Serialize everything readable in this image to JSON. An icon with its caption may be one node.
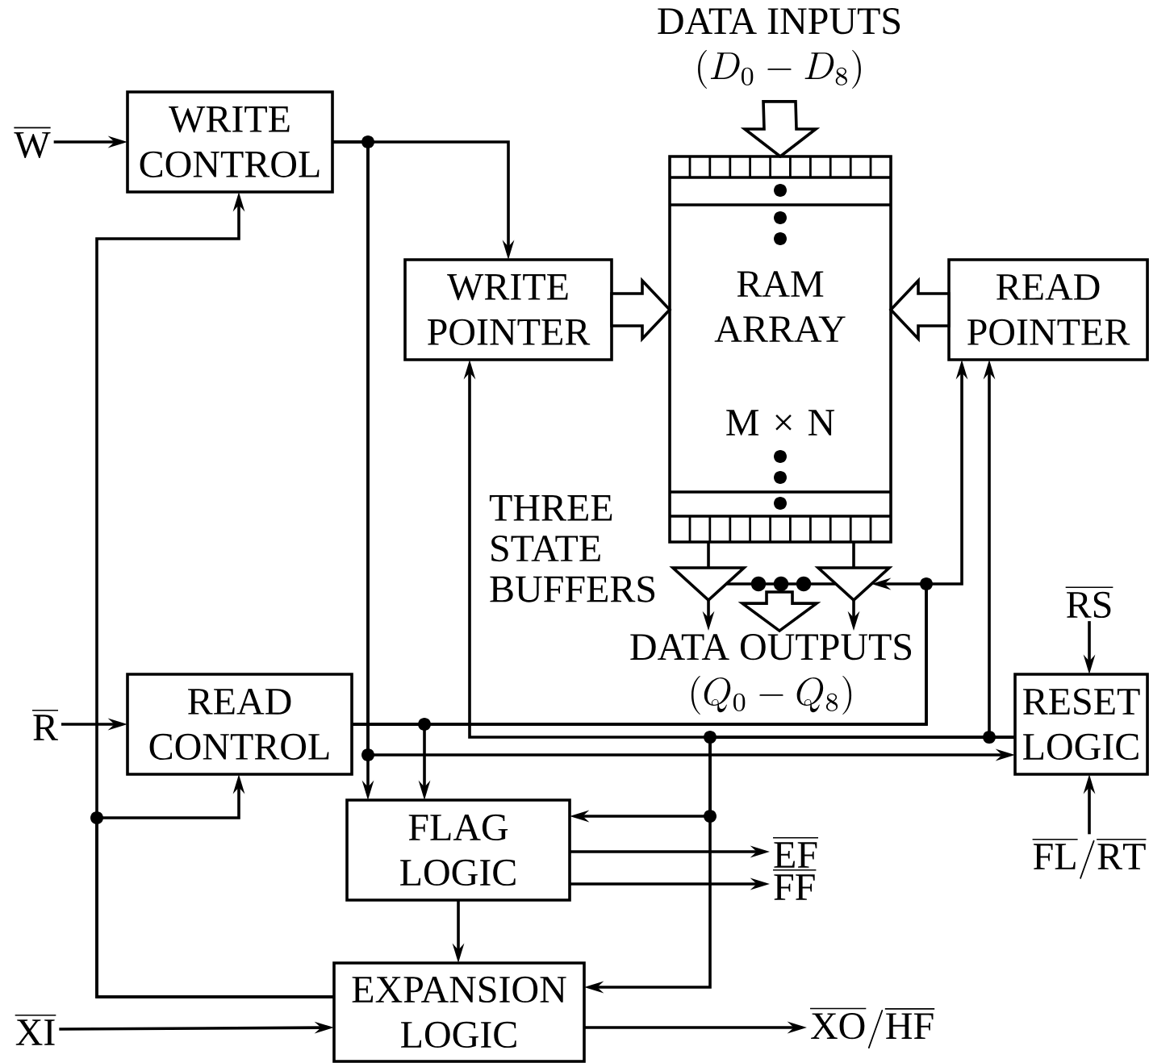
{
  "diagram": {
    "nodes": [
      {
        "text": [
          "WRITE CONTROL"
        ]
      },
      {
        "text": [
          "WRITE POINTER"
        ]
      },
      {
        "text": [
          "RAM ARRAY",
          "M × N"
        ]
      },
      {
        "text": [
          "READ POINTER"
        ]
      },
      {
        "text": [
          "READ CONTROL"
        ]
      },
      {
        "text": [
          "FLAG LOGIC"
        ]
      },
      {
        "text": [
          "EXPANSION LOGIC"
        ]
      },
      {
        "text": [
          "RESET LOGIC"
        ]
      },
      {
        "text": [
          "\\overline{\\mathrm{W}}"
        ]
      },
      {
        "text": [
          "\\overline{\\mathrm{R}}"
        ]
      },
      {
        "text": [
          "\\overline{\\mathrm{XI}}"
        ]
      },
      {
        "text": [
          "DATA INPUTS",
          "(D_0-D_8)"
        ]
      },
      {
        "text": [],
        "shape": "triangle"
      },
      {
        "text": [],
        "shape": "triangle"
      },
      {
        "text": [
          "DATA OUTPUTS",
          "(Q_0-Q_8)"
        ]
      },
      {
        "text": [
          "\\overline{\\mathrm{EF}}"
        ]
      },
      {
        "text": [
          "\\overline{\\mathrm{FF}}"
        ]
      },
      {
        "text": [
          "\\overline{\\mathrm{XO}}/\\overline{\\mathrm{HF}}"
        ]
      },
      {
        "text": [
          "\\overline{\\mathrm{RS}}"
        ]
      },
      {
        "text": [
          "\\overline{\\mathrm{FL}}/\\overline{\\mathrm{RT}}"
        ]
      }
    ],
    "edges": [
      {
        "from": 8,
        "to": 0,
        "arrow": "to"
      },
      {
        "from": 0,
        "to": 1,
        "arrow": "to"
      },
      {
        "from": 0,
        "to": 5,
        "arrow": "to"
      },
      {
        "from": 0,
        "to": 7,
        "arrow": "to"
      },
      {
        "from": 9,
        "to": 4,
        "arrow": "to"
      },
      {
        "from": 4,
        "to": 5,
        "arrow": "to"
      },
      {
        "from": 4,
        "to": 13,
        "arrow": "to"
      },
      {
        "from": 4,
        "to": 3,
        "arrow": "to"
      },
      {
        "from": 10,
        "to": 6,
        "arrow": "to"
      },
      {
        "from": 6,
        "to": 0,
        "arrow": "to"
      },
      {
        "from": 6,
        "to": 4,
        "arrow": "to"
      },
      {
        "from": 5,
        "to": 6,
        "arrow": "to"
      },
      {
        "from": 5,
        "to": 15,
        "arrow": "to"
      },
      {
        "from": 5,
        "to": 16,
        "arrow": "to"
      },
      {
        "from": 6,
        "to": 17,
        "arrow": "to"
      },
      {
        "from": 18,
        "to": 7,
        "arrow": "to"
      },
      {
        "from": 19,
        "to": 7,
        "arrow": "to"
      },
      {
        "from": 7,
        "to": 1,
        "arrow": "to"
      },
      {
        "from": 7,
        "to": 3,
        "arrow": "to"
      },
      {
        "from": 7,
        "to": 5,
        "arrow": "to"
      },
      {
        "from": 7,
        "to": 6,
        "arrow": "to"
      },
      {
        "from": 11,
        "to": 2,
        "arrow": "to"
      },
      {
        "from": 1,
        "to": 2,
        "arrow": "to"
      },
      {
        "from": 3,
        "to": 2,
        "arrow": "to"
      },
      {
        "from": 2,
        "to": 12,
        "arrow": "none"
      },
      {
        "from": 2,
        "to": 13,
        "arrow": "none"
      },
      {
        "from": 12,
        "to": 14,
        "arrow": "to"
      },
      {
        "from": 13,
        "to": 14,
        "arrow": "to"
      },
      {
        "from": 12,
        "to": 13,
        "arrow": "none"
      },
      {
        "from": null,
        "to": 14,
        "arrow": "to"
      }
    ],
    "labels": [
      "THREE STATE BUFFERS"
    ]
  }
}
